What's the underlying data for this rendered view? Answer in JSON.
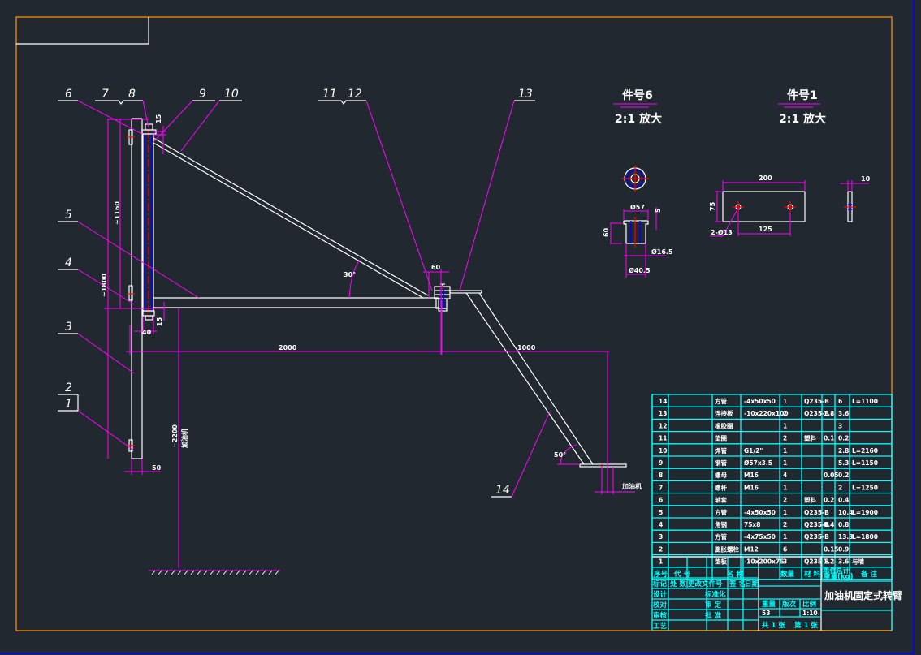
{
  "drawing": {
    "title": "加油机固定式转臂",
    "part_labels": [
      "1",
      "2",
      "3",
      "4",
      "5",
      "6",
      "7",
      "8",
      "9",
      "10",
      "11",
      "12",
      "13",
      "14"
    ],
    "dimensions": {
      "d_15_top": "15",
      "d_1160": "~1160",
      "d_1800": "~1800",
      "d_40": "40",
      "d_15_bot": "15",
      "d_50": "50",
      "d_2000": "2000",
      "d_1000": "1000",
      "d_2200": "~2200",
      "d_ground_note": "加油机",
      "d_60": "60",
      "angle_30": "30°",
      "angle_50": "50°",
      "d_pump": "加油机"
    },
    "detail6": {
      "title": "件号6",
      "scale": "2:1 放大",
      "d_57": "Ø57",
      "d_5": "5",
      "d_60": "60",
      "d_16_5": "Ø16.5",
      "d_40_5": "Ø40.5"
    },
    "detail1": {
      "title": "件号1",
      "scale": "2:1 放大",
      "d_200": "200",
      "d_75": "75",
      "d_125": "125",
      "d_holes": "2-Ø13",
      "d_10": "10"
    }
  },
  "bom": {
    "rows": [
      {
        "no": "14",
        "code": "",
        "name": "方管",
        "spec": "-4x50x50",
        "qty": "1",
        "material": "Q235-B",
        "unit": "",
        "total": "6",
        "note": "L=1100"
      },
      {
        "no": "13",
        "code": "",
        "name": "连接板",
        "spec": "-10x220x100",
        "qty": "2",
        "material": "Q235-B",
        "unit": "1.8",
        "total": "3.6",
        "note": ""
      },
      {
        "no": "12",
        "code": "",
        "name": "橡胶圈",
        "spec": "",
        "qty": "1",
        "material": "",
        "unit": "",
        "total": "3",
        "note": ""
      },
      {
        "no": "11",
        "code": "",
        "name": "垫圈",
        "spec": "",
        "qty": "2",
        "material": "塑料",
        "unit": "0.1",
        "total": "0.2",
        "note": ""
      },
      {
        "no": "10",
        "code": "",
        "name": "焊管",
        "spec": "G1/2\"",
        "qty": "1",
        "material": "",
        "unit": "",
        "total": "2.8",
        "note": "L=2160"
      },
      {
        "no": "9",
        "code": "",
        "name": "钢管",
        "spec": "Ø57x3.5",
        "qty": "1",
        "material": "",
        "unit": "",
        "total": "5.3",
        "note": "L=1150"
      },
      {
        "no": "8",
        "code": "",
        "name": "螺母",
        "spec": "M16",
        "qty": "4",
        "material": "",
        "unit": "0.05",
        "total": "0.2",
        "note": ""
      },
      {
        "no": "7",
        "code": "",
        "name": "螺杆",
        "spec": "M16",
        "qty": "1",
        "material": "",
        "unit": "",
        "total": "2",
        "note": "L=1250"
      },
      {
        "no": "6",
        "code": "",
        "name": "轴套",
        "spec": "",
        "qty": "2",
        "material": "塑料",
        "unit": "0.2",
        "total": "0.4",
        "note": ""
      },
      {
        "no": "5",
        "code": "",
        "name": "方管",
        "spec": "-4x50x50",
        "qty": "1",
        "material": "Q235-B",
        "unit": "",
        "total": "10.4",
        "note": "L=1900"
      },
      {
        "no": "4",
        "code": "",
        "name": "角钢",
        "spec": "75x8",
        "qty": "2",
        "material": "Q235-B",
        "unit": "0.4",
        "total": "0.8",
        "note": ""
      },
      {
        "no": "3",
        "code": "",
        "name": "方管",
        "spec": "-4x75x50",
        "qty": "1",
        "material": "Q235-B",
        "unit": "",
        "total": "13.3",
        "note": "L=1800"
      },
      {
        "no": "2",
        "code": "",
        "name": "膨胀螺栓",
        "spec": "M12",
        "qty": "6",
        "material": "",
        "unit": "0.15",
        "total": "0.9",
        "note": ""
      },
      {
        "no": "1",
        "code": "",
        "name": "垫板",
        "spec": "-10x200x75",
        "qty": "3",
        "material": "Q235-B",
        "unit": "1.2",
        "total": "3.6",
        "note": "与墙"
      }
    ],
    "header": {
      "no": "序号",
      "code": "代 号",
      "name": "名 称",
      "qty": "数量",
      "material": "材 料",
      "unit": "单件",
      "total": "总计",
      "weight": "重量(kg)",
      "note": "备 注"
    }
  },
  "titleblock": {
    "rev_headers": [
      "标记",
      "处 数",
      "更改文件号",
      "签 名",
      "日期"
    ],
    "roles": [
      "设计",
      "校对",
      "审核",
      "工艺"
    ],
    "roles2": [
      "标准化",
      "审 定",
      "批 准"
    ],
    "weight_label": "重量",
    "version_label": "版次",
    "scale_label": "比例",
    "weight_value": "53",
    "scale_value": "1:10",
    "sheets": "共 1 张",
    "sheet_no": "第 1 张",
    "drawing_title": "加油机固定式转臂"
  },
  "colors": {
    "background": "#212830",
    "frame": "#ff8c00",
    "outline": "#ffffff",
    "dimension": "#ff00ff",
    "table": "#00ffff",
    "centerline": "#ff0000",
    "hidden": "#0000ff"
  }
}
